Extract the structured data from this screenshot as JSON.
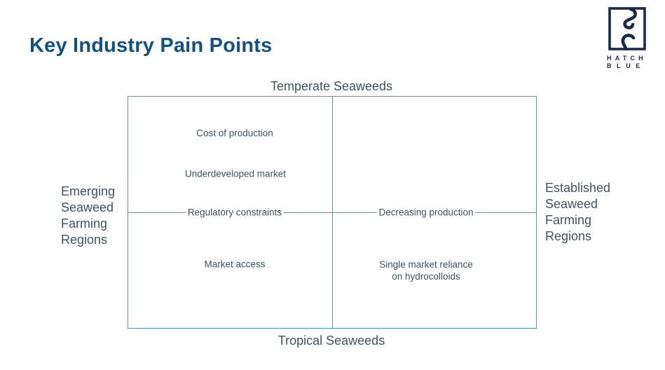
{
  "title": "Key Industry Pain Points",
  "logo": {
    "brand_line1": "HATCH",
    "brand_line2": "BLUE"
  },
  "matrix": {
    "axis_top": "Temperate Seaweeds",
    "axis_bottom": "Tropical Seaweeds",
    "axis_left": "Emerging\nSeaweed\nFarming\nRegions",
    "axis_right": "Established\nSeaweed\nFarming\nRegions",
    "pain_points": {
      "cost_of_production": "Cost of production",
      "underdeveloped_market": "Underdeveloped market",
      "regulatory_constraints": "Regulatory constraints",
      "market_access": "Market access",
      "decreasing_production": "Decreasing production",
      "single_market_reliance": "Single market reliance\non hydrocolloids"
    }
  },
  "colors": {
    "title_blue": "#135181",
    "body_slate": "#3e5463",
    "grid_steel_blue": "#5e92a8",
    "logo_navy": "#1b2a47"
  }
}
